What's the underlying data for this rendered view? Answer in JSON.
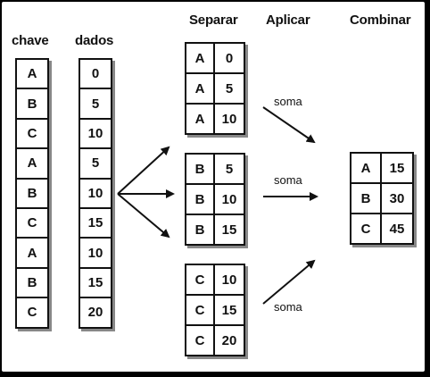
{
  "headers": {
    "chave": "chave",
    "dados": "dados",
    "separar": "Separar",
    "aplicar": "Aplicar",
    "combinar": "Combinar"
  },
  "chave_values": [
    "A",
    "B",
    "C",
    "A",
    "B",
    "C",
    "A",
    "B",
    "C"
  ],
  "dados_values": [
    "0",
    "5",
    "10",
    "5",
    "10",
    "15",
    "10",
    "15",
    "20"
  ],
  "groups": [
    {
      "rows": [
        [
          "A",
          "0"
        ],
        [
          "A",
          "5"
        ],
        [
          "A",
          "10"
        ]
      ]
    },
    {
      "rows": [
        [
          "B",
          "5"
        ],
        [
          "B",
          "10"
        ],
        [
          "B",
          "15"
        ]
      ]
    },
    {
      "rows": [
        [
          "C",
          "10"
        ],
        [
          "C",
          "15"
        ],
        [
          "C",
          "20"
        ]
      ]
    }
  ],
  "apply_labels": [
    "soma",
    "soma",
    "soma"
  ],
  "result": [
    [
      "A",
      "15"
    ],
    [
      "B",
      "30"
    ],
    [
      "C",
      "45"
    ]
  ],
  "colors": {
    "ink": "#111111",
    "shadow": "#888888",
    "background": "#ffffff"
  }
}
